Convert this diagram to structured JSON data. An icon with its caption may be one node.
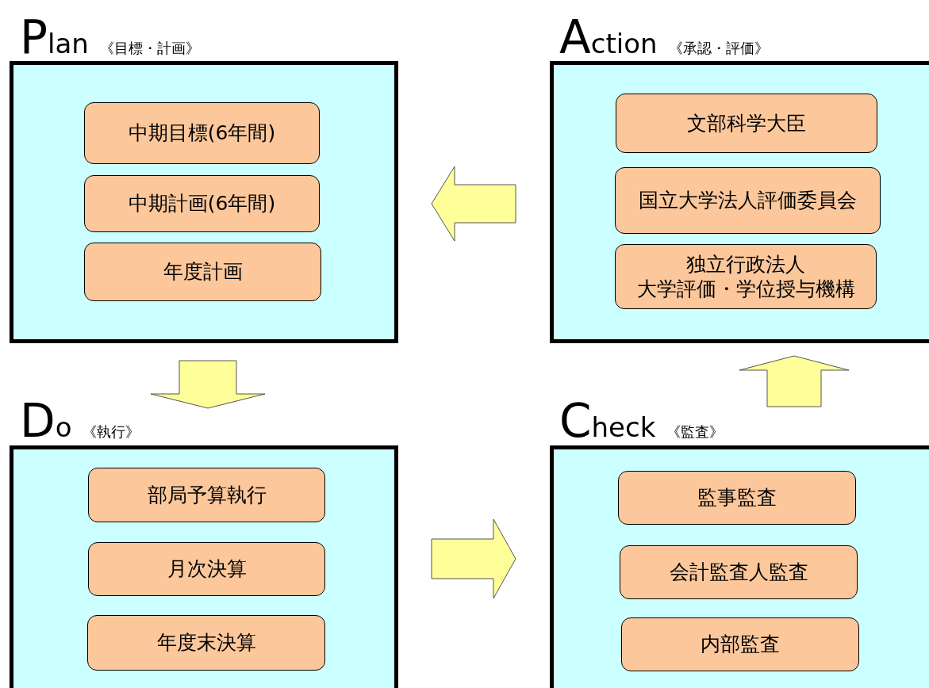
{
  "diagram": {
    "nodes": [
      {
        "text": [
          "Plan",
          "《目標・計画》"
        ]
      },
      {
        "text": [
          "中期目標(6年間)"
        ],
        "in": 0
      },
      {
        "text": [
          "中期計画(6年間)"
        ],
        "in": 0
      },
      {
        "text": [
          "年度計画"
        ],
        "in": 0
      },
      {
        "text": [
          "Action",
          "《承認・評価》"
        ]
      },
      {
        "text": [
          "文部科学大臣"
        ],
        "in": 4
      },
      {
        "text": [
          "国立大学法人評価委員会"
        ],
        "in": 4
      },
      {
        "text": [
          "独立行政法人",
          "大学評価・学位授与機構"
        ],
        "in": 4
      },
      {
        "text": [
          "Do",
          "《執行》"
        ]
      },
      {
        "text": [
          "部局予算執行"
        ],
        "in": 8
      },
      {
        "text": [
          "月次決算"
        ],
        "in": 8
      },
      {
        "text": [
          "年度末決算"
        ],
        "in": 8
      },
      {
        "text": [
          "Check",
          "《監査》"
        ]
      },
      {
        "text": [
          "監事監査"
        ],
        "in": 12
      },
      {
        "text": [
          "会計監査人監査"
        ],
        "in": 12
      },
      {
        "text": [
          "内部監査"
        ],
        "in": 12
      }
    ],
    "edges": [
      {
        "from": 4,
        "to": 0,
        "arrow": "to"
      },
      {
        "from": 0,
        "to": 8,
        "arrow": "to"
      },
      {
        "from": 8,
        "to": 12,
        "arrow": "to"
      },
      {
        "from": 12,
        "to": 4,
        "arrow": "to"
      }
    ]
  }
}
